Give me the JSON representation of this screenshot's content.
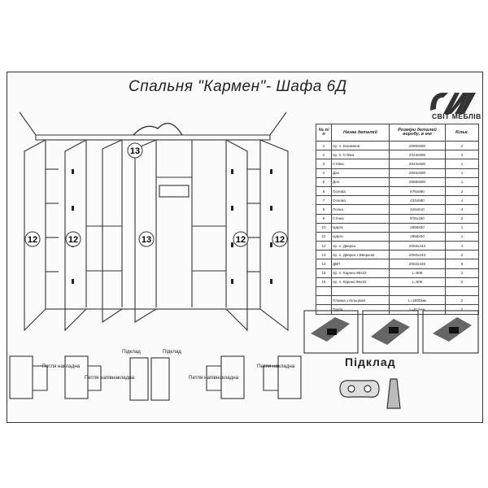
{
  "title": "Спальня \"Кармен\"- Шафа 6Д",
  "brand": {
    "name": "СВІТ МЕБЛІВ",
    "icon": "svit-mebliv-logo-icon"
  },
  "table": {
    "headers": [
      "№ п/п",
      "Назва деталей",
      "Розміри деталей виробу, в мм",
      "Кільк."
    ],
    "rows": [
      [
        "1",
        "пр. л. Бокавина",
        "2090х580",
        "2"
      ],
      [
        "2",
        "пр. п. Стійка",
        "2024х580",
        "2"
      ],
      [
        "3",
        "Стійка",
        "2024х580",
        "1"
      ],
      [
        "4",
        "Дах",
        "2684х580",
        "1"
      ],
      [
        "5",
        "Дно",
        "2658х580",
        "1"
      ],
      [
        "6",
        "Основа",
        "876х580",
        "2"
      ],
      [
        "7",
        "Основа",
        "434х580",
        "4"
      ],
      [
        "8",
        "Полка",
        "426х510",
        "4"
      ],
      [
        "9",
        "Стінка",
        "878х150",
        "2"
      ],
      [
        "10",
        "Царга",
        "2658х50",
        "1"
      ],
      [
        "11",
        "Царга",
        "2658х50",
        "1"
      ],
      [
        "12",
        "пр. л. Дверка",
        "2050х443",
        "4"
      ],
      [
        "13",
        "пр. л. Дверка з Вверком",
        "2050х443",
        "2"
      ],
      [
        "14",
        "ДВП",
        "2052х445",
        "6"
      ],
      [
        "15",
        "пр. л. Карниз 96х22",
        "L=608",
        "2"
      ],
      [
        "16",
        "пр. п. Карниз 96х22",
        "L=608",
        "2"
      ],
      [
        "",
        "",
        "",
        ""
      ],
      [
        "",
        "Планка з Кільцями",
        "L=2800мм",
        "2"
      ],
      [
        "",
        "Труба",
        "L=812мм",
        "2"
      ]
    ]
  },
  "labels": {
    "door_12": "12",
    "door_13": "13",
    "pidklad": "Підклад",
    "hinge_overlay_1": "Петля накладна",
    "hinge_half_1": "Петля напівнакладна",
    "pidklad_small_1": "Підклад",
    "pidklad_small_2": "Підклад",
    "hinge_half_2": "Петля напівнакладна",
    "hinge_overlay_2": "Петля накладна"
  }
}
